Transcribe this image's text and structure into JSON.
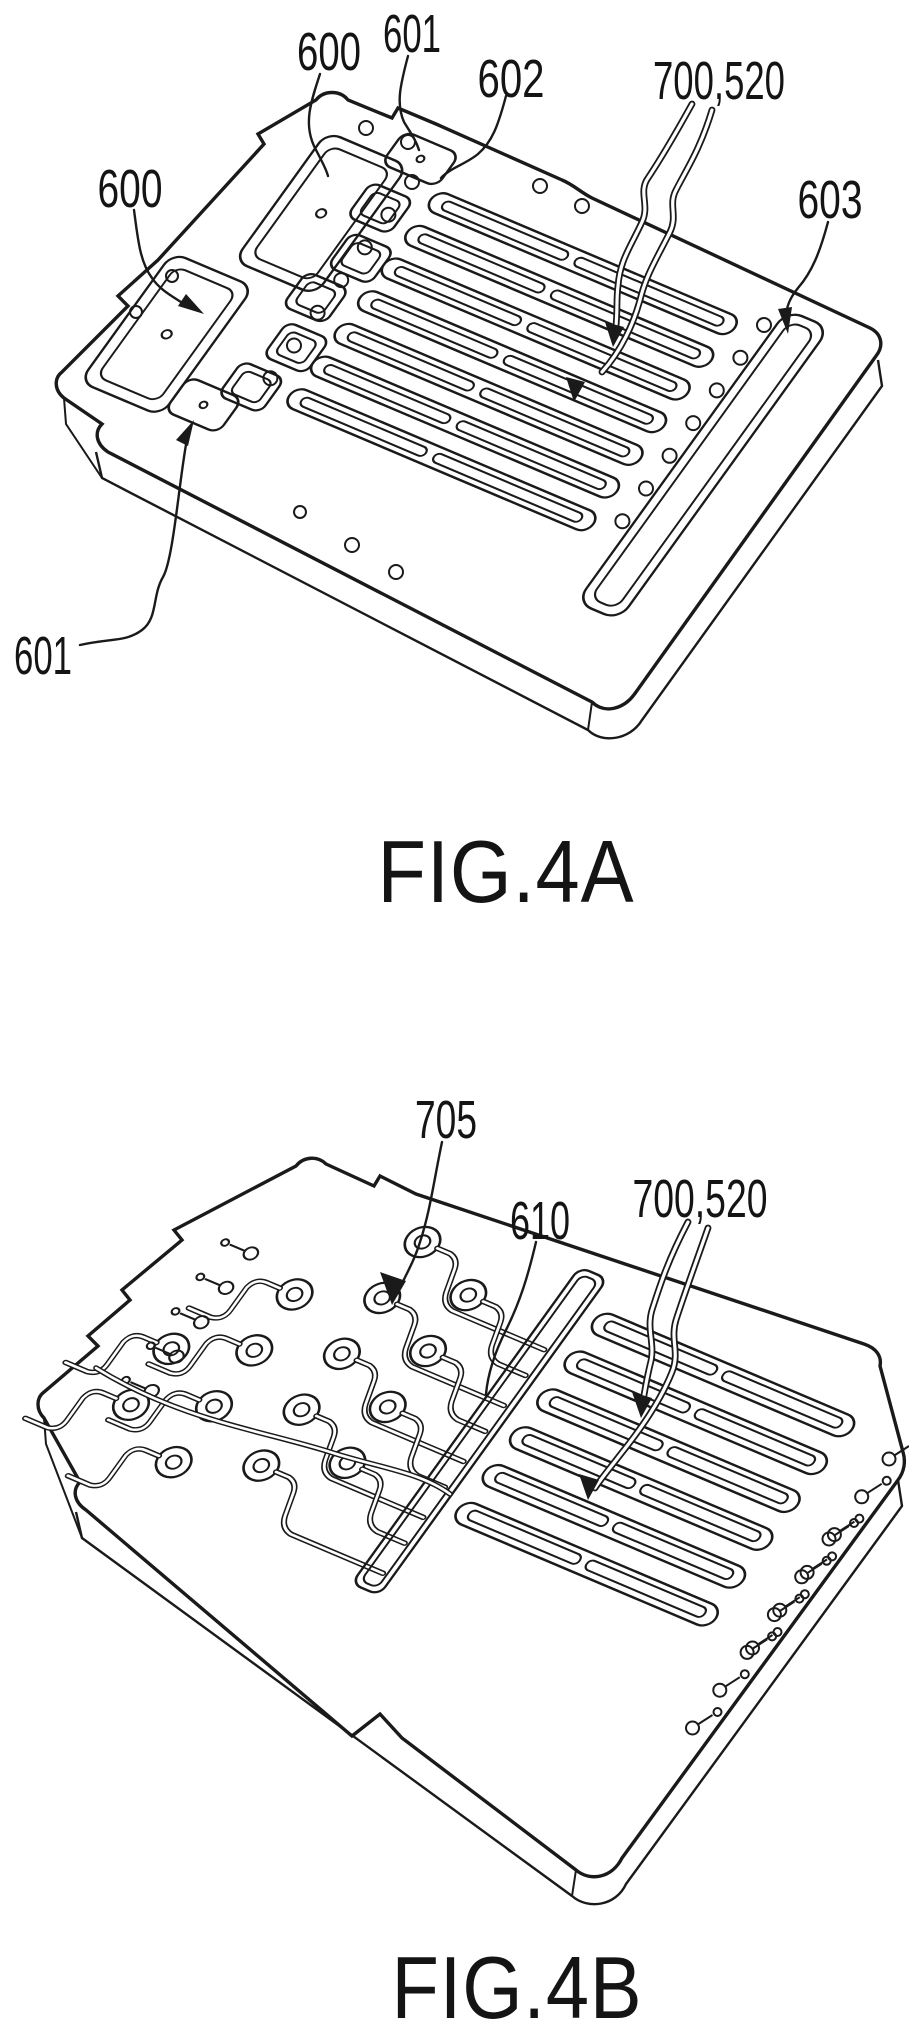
{
  "page": {
    "background": "#ffffff",
    "ink": "#1a1a1a"
  },
  "figures": [
    {
      "caption": "FIG.4A",
      "labels": [
        {
          "text": "600",
          "position": "top"
        },
        {
          "text": "601",
          "position": "top"
        },
        {
          "text": "602",
          "position": "top"
        },
        {
          "text": "700,520",
          "position": "top-right"
        },
        {
          "text": "603",
          "position": "right"
        },
        {
          "text": "600",
          "position": "left"
        },
        {
          "text": "601",
          "position": "bottom-left"
        }
      ]
    },
    {
      "caption": "FIG.4B",
      "labels": [
        {
          "text": "705",
          "position": "top"
        },
        {
          "text": "610",
          "position": "top"
        },
        {
          "text": "700,520",
          "position": "top-right"
        }
      ]
    }
  ]
}
